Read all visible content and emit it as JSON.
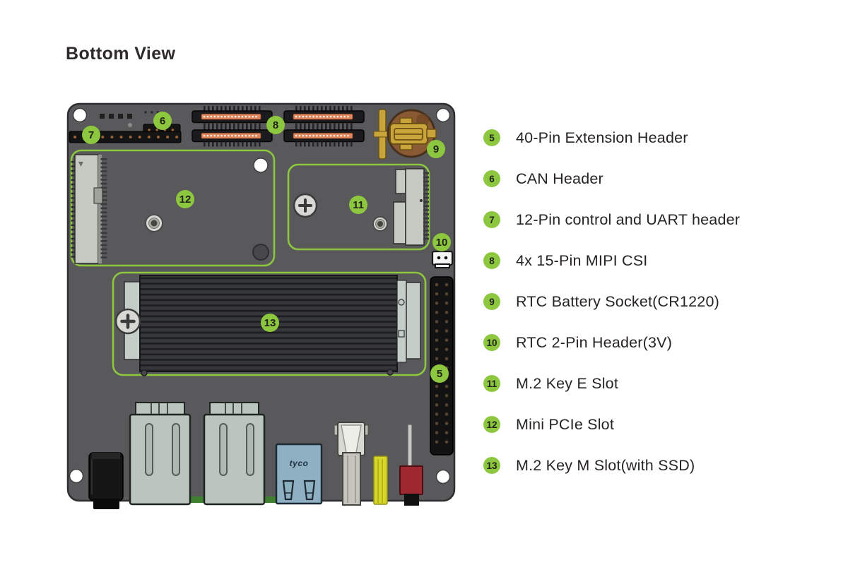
{
  "title": "Bottom View",
  "colors": {
    "accent_green": "#8dc63f",
    "badge_text": "#20231a",
    "legend_text": "#272324",
    "board_gray": "#59595b",
    "board_edge": "#2f2f31",
    "mipi_orange": "#e2885e",
    "battery_brown": "#8a5a35",
    "battery_gold": "#c9a43a",
    "port_sage": "#b9c5bd",
    "tyco_blue": "#8fb0c2",
    "part_yellow": "#d6d62c",
    "part_red": "#9e2830"
  },
  "legend": {
    "items": [
      {
        "num": "5",
        "label": "40-Pin Extension Header"
      },
      {
        "num": "6",
        "label": "CAN Header"
      },
      {
        "num": "7",
        "label": "12-Pin control and UART header"
      },
      {
        "num": "8",
        "label": "4x 15-Pin MIPI CSI"
      },
      {
        "num": "9",
        "label": "RTC Battery Socket(CR1220)"
      },
      {
        "num": "10",
        "label": "RTC 2-Pin Header(3V)"
      },
      {
        "num": "11",
        "label": "M.2 Key E Slot"
      },
      {
        "num": "12",
        "label": "Mini PCIe Slot"
      },
      {
        "num": "13",
        "label": "M.2 Key M Slot(with SSD)"
      }
    ]
  },
  "board": {
    "tyco_label": "tyco"
  }
}
